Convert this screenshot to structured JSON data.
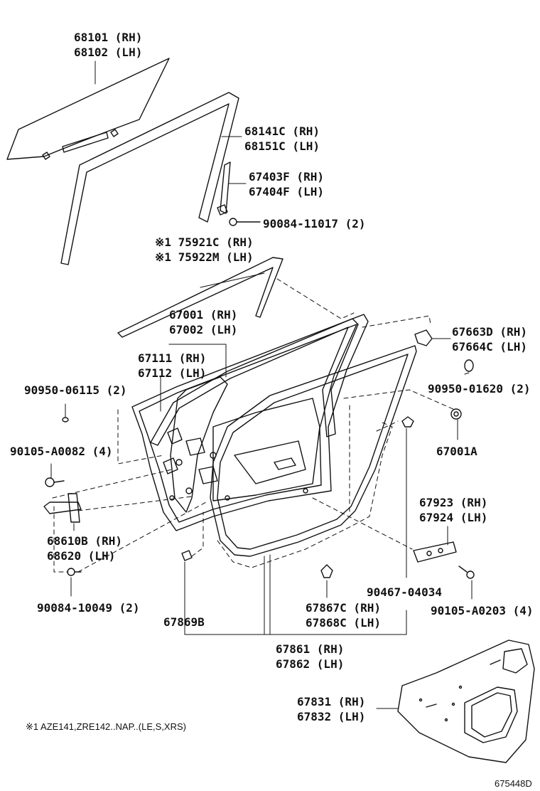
{
  "parts": [
    {
      "rh": "68101 (RH)",
      "lh": "68102 (LH)"
    },
    {
      "rh": "68141C (RH)",
      "lh": "68151C (LH)"
    },
    {
      "rh": "67403F (RH)",
      "lh": "67404F (LH)"
    },
    {
      "single": "90084-11017 (2)"
    },
    {
      "rh": "※1 75921C (RH)",
      "lh": "※1 75922M (LH)"
    },
    {
      "rh": "67001 (RH)",
      "lh": "67002 (LH)"
    },
    {
      "rh": "67663D (RH)",
      "lh": "67664C (LH)"
    },
    {
      "rh": "67111 (RH)",
      "lh": "67112 (LH)"
    },
    {
      "single": "90950-06115 (2)"
    },
    {
      "single": "90950-01620 (2)"
    },
    {
      "single": "90105-A0082 (4)"
    },
    {
      "single": "67001A"
    },
    {
      "rh": "67923 (RH)",
      "lh": "67924 (LH)"
    },
    {
      "rh": "68610B (RH)",
      "lh": "68620 (LH)"
    },
    {
      "single": "90467-04034"
    },
    {
      "single": "90084-10049 (2)"
    },
    {
      "single": "90105-A0203 (4)"
    },
    {
      "single": "67869B"
    },
    {
      "rh": "67867C (RH)",
      "lh": "67868C (LH)"
    },
    {
      "rh": "67861 (RH)",
      "lh": "67862 (LH)"
    },
    {
      "rh": "67831 (RH)",
      "lh": "67832 (LH)"
    }
  ],
  "footnote": "※1 AZE141,ZRE142..NAP..(LE,S,XRS)",
  "figure_id": "675448D"
}
